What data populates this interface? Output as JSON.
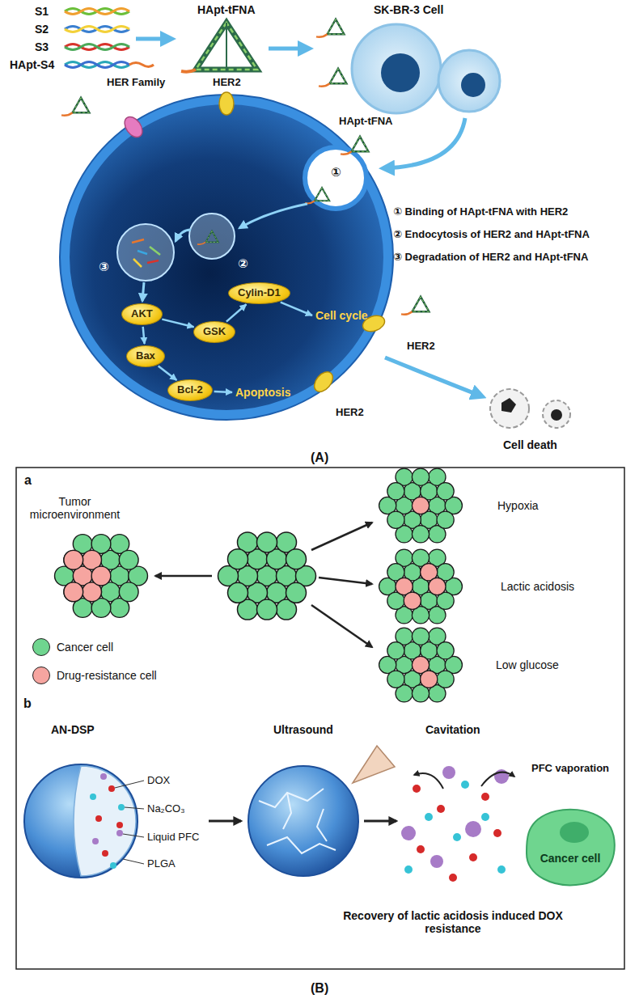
{
  "diagram": {
    "nodes": [
      {
        "text": [
          "AKT"
        ]
      },
      {
        "text": [
          "GSK"
        ]
      },
      {
        "text": [
          "Cylin-D1"
        ]
      },
      {
        "text": [
          "Bax"
        ]
      },
      {
        "text": [
          "Bcl-2"
        ]
      },
      {
        "text": [
          "Cancer cell"
        ]
      }
    ],
    "edges": [
      {
        "from": 0,
        "to": 1,
        "arrow": "to"
      },
      {
        "from": 1,
        "to": 2,
        "arrow": "to"
      },
      {
        "from": 0,
        "to": 3,
        "arrow": "to"
      },
      {
        "from": 3,
        "to": 4,
        "arrow": "to"
      }
    ],
    "labels": [
      "S1",
      "S2",
      "S3",
      "HApt-S4",
      "HApt-tFNA",
      "SK-BR-3 Cell",
      "HER Family",
      "HER2",
      "HApt-tFNA",
      "①",
      "① Binding of HApt-tFNA with HER2",
      "② Endocytosis of HER2 and HApt-tFNA",
      "③ Degradation of HER2 and HApt-tFNA",
      "②",
      "③",
      "Cell cycle",
      "Apoptosis",
      "HER2",
      "HER2",
      "Cell death",
      "(A)",
      "a",
      "Tumor microenvironment",
      "Hypoxia",
      "Lactic acidosis",
      "Low glucose",
      "b",
      "AN-DSP",
      "DOX",
      "Na₂CO₃",
      "Liquid PFC",
      "PLGA",
      "Ultrasound",
      "Cavitation",
      "PFC vaporation",
      "Recovery of lactic acidosis induced DOX resistance",
      "(B)"
    ],
    "legend": [
      {
        "text": "Cancer cell",
        "color": "#6fd58f"
      },
      {
        "text": "Drug-resistance cell",
        "color": "#f6a5a0"
      }
    ]
  }
}
